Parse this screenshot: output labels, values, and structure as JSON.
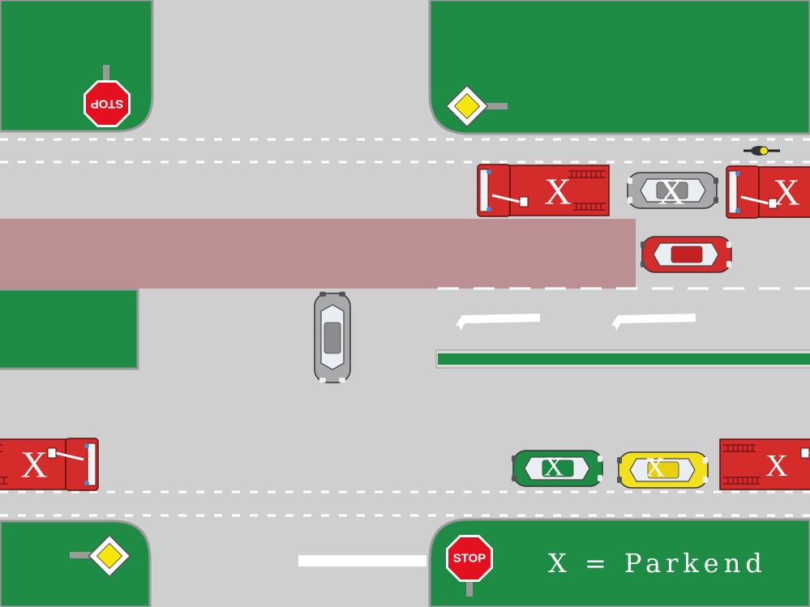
{
  "colors": {
    "grass": "#1e8c45",
    "road": "#cfcfcf",
    "bus_lane": "#bc8f93",
    "fire_truck": "#d42b2b",
    "silver_car": "#a9a9ab",
    "red_car": "#d42b2b",
    "green_car": "#1e8c45",
    "yellow_car": "#f2e01f",
    "stop_sign": "#e3101f",
    "priority_sign": "#f6e60b"
  },
  "signs": {
    "stop_top_left": {
      "text": "STOP",
      "rotated": true
    },
    "stop_bottom_right": {
      "text": "STOP",
      "rotated": false
    },
    "priority_top_right": {
      "type": "priority-road"
    },
    "priority_bottom_left": {
      "type": "priority-road"
    }
  },
  "vehicles": {
    "parked_marker": "X",
    "fire_truck_top_center": {
      "label": "X"
    },
    "fire_truck_top_right": {
      "label": "X"
    },
    "fire_truck_bottom_left": {
      "label": "X"
    },
    "fire_truck_bottom_right": {
      "label": "X"
    },
    "silver_car_top": {
      "label": "X"
    },
    "green_car_bottom": {
      "label": "X"
    },
    "yellow_car_bottom": {
      "label": "X"
    }
  },
  "legend": {
    "text": "X = Parkend"
  }
}
